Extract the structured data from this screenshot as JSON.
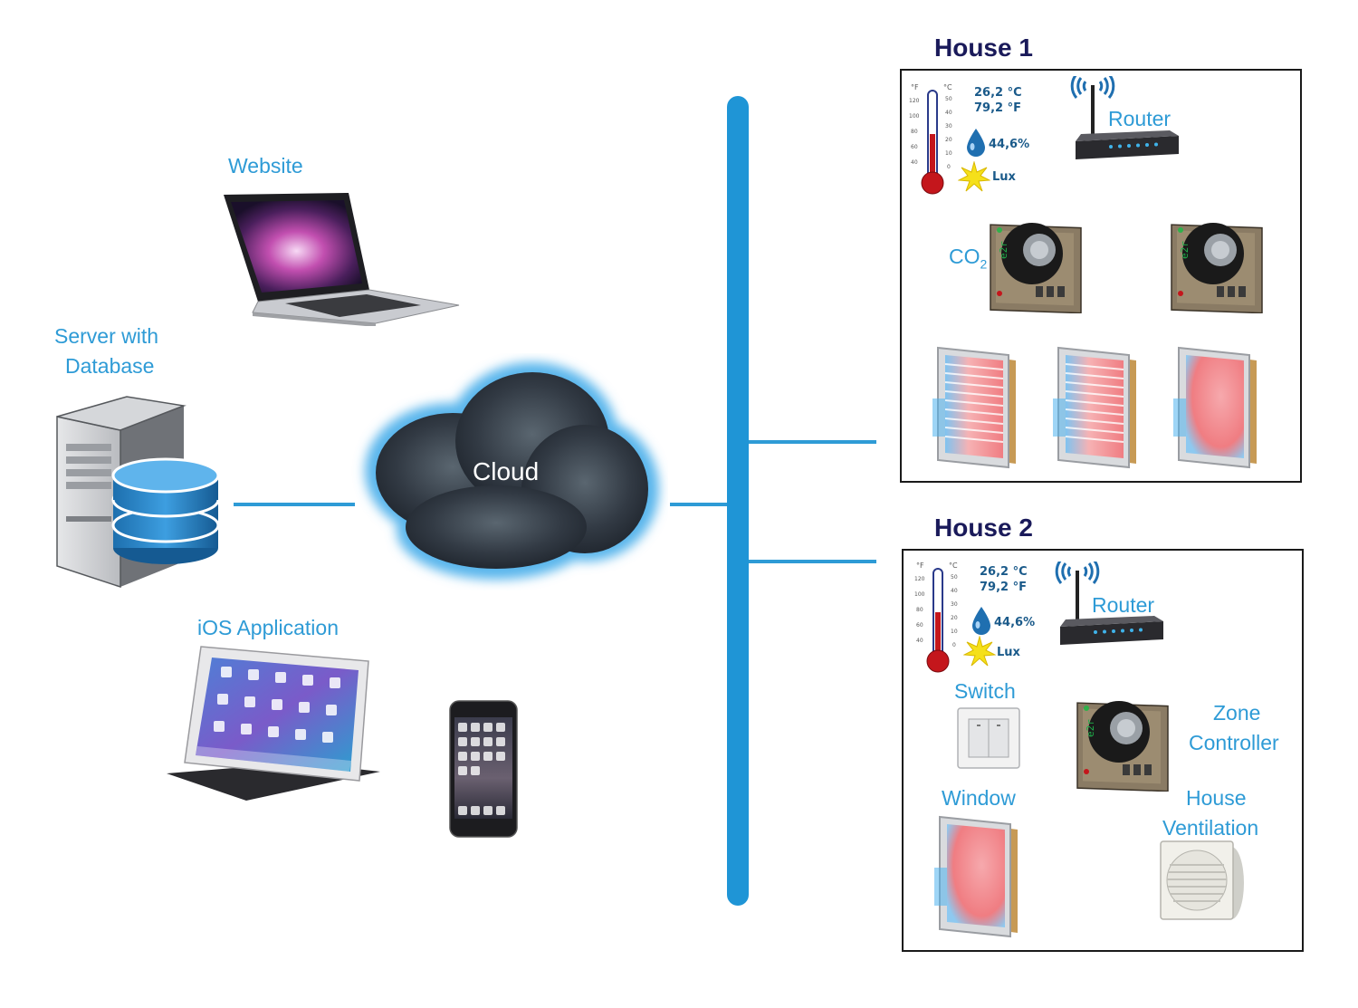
{
  "nodes": {
    "website": "Website",
    "server_line1": "Server with",
    "server_line2": "Database",
    "ios": "iOS Application",
    "cloud": "Cloud"
  },
  "house1": {
    "title": "House 1",
    "temp_c": "26,2 °C",
    "temp_f": "79,2 °F",
    "humidity": "44,6%",
    "lux": "Lux",
    "router": "Router",
    "co2_main": "CO",
    "co2_sub": "2",
    "controller_brand": "e2r"
  },
  "house2": {
    "title": "House 2",
    "temp_c": "26,2 °C",
    "temp_f": "79,2 °F",
    "humidity": "44,6%",
    "lux": "Lux",
    "router": "Router",
    "switch": "Switch",
    "zone_line1": "Zone",
    "zone_line2": "Controller",
    "window": "Window",
    "vent_line1": "House",
    "vent_line2": "Ventilation",
    "controller_brand": "e2r"
  },
  "thermometer": {
    "unit_f": "°F",
    "unit_c": "°C",
    "f_ticks": [
      "120",
      "100",
      "80",
      "60",
      "40"
    ],
    "c_ticks": [
      "50",
      "40",
      "30",
      "20",
      "10",
      "0"
    ]
  },
  "colors": {
    "accent": "#2e9bd6",
    "bus": "#1f95d6",
    "house_title": "#1a1a5a"
  }
}
